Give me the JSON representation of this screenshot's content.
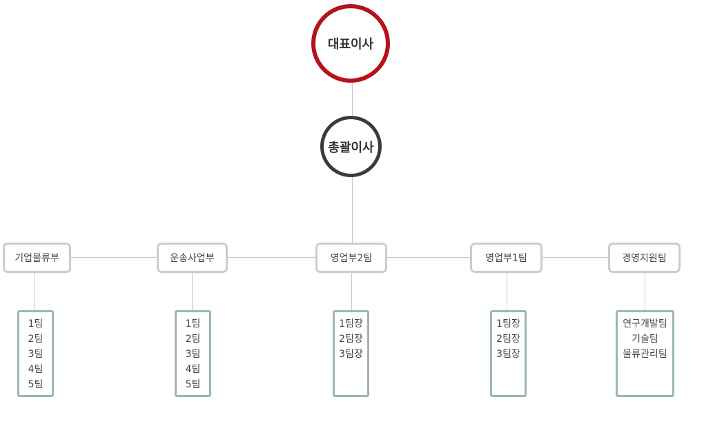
{
  "ceo": "대표이사",
  "general_manager": "총괄이사",
  "departments": [
    {
      "name": "기업물류부",
      "teams": [
        "1팀",
        "2팀",
        "3팀",
        "4팀",
        "5팀"
      ]
    },
    {
      "name": "운송사업부",
      "teams": [
        "1팀",
        "2팀",
        "3팀",
        "4팀",
        "5팀"
      ]
    },
    {
      "name": "영업부2팀",
      "teams": [
        "1팀장",
        "2팀장",
        "3팀장"
      ]
    },
    {
      "name": "영업부1팀",
      "teams": [
        "1팀장",
        "2팀장",
        "3팀장"
      ]
    },
    {
      "name": "경영지원팀",
      "teams": [
        "연구개발팀",
        "기술팀",
        "물류관리팀"
      ]
    }
  ],
  "colors": {
    "ceo_ring": "#b5121b",
    "gm_ring": "#3a3a3a",
    "dept_border": "#cccccc",
    "team_border": "#9cb9a4",
    "connector": "#c8c8c8"
  }
}
